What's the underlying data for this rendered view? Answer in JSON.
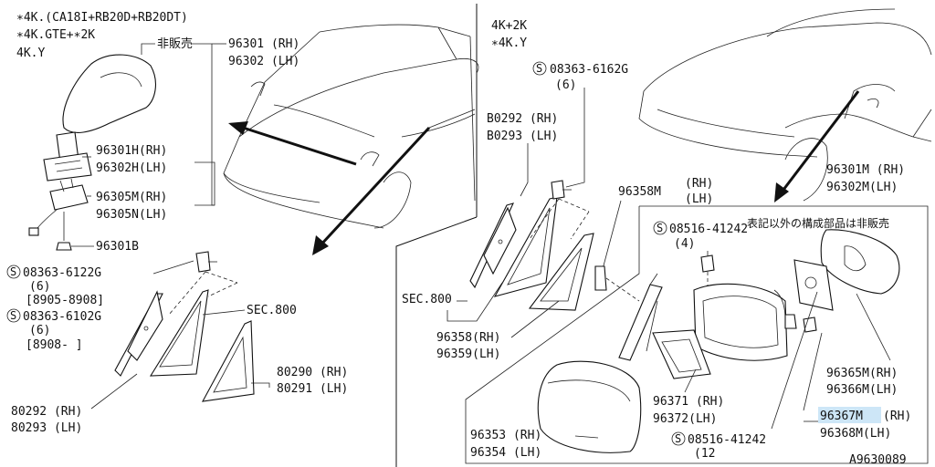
{
  "header_left": {
    "line1": "∗4K.(CA18I+RB20D+RB20DT)",
    "line2": "∗4K.GTE+∗2K",
    "line3": "4K.Y"
  },
  "header_right": {
    "line1": "4K+2K",
    "line2": "∗4K.Y"
  },
  "left_labels": {
    "not_sold": "非販売",
    "p96301": "96301 (RH)",
    "p96302": "96302 (LH)",
    "p96301H": "96301H(RH)",
    "p96302H": "96302H(LH)",
    "p96305M": "96305M(RH)",
    "p96305N": "96305N(LH)",
    "p96301B": "96301B",
    "screw1": "08363-6122G",
    "screw1_qty": "(6)",
    "screw1_date": "[8905-8908]",
    "screw2": "08363-6102G",
    "screw2_qty": "(6)",
    "screw2_date": "[8908-  ]",
    "sec800": "SEC.800",
    "p80290": "80290 (RH)",
    "p80291": "80291 (LH)",
    "p80292": "80292 (RH)",
    "p80293": "80293 (LH)"
  },
  "right_labels": {
    "screw3": "08363-6162G",
    "screw3_qty": "(6)",
    "p80292": "B0292 (RH)",
    "p80293": "B0293 (LH)",
    "p96358M": "96358M",
    "p96358M_rh": "(RH)",
    "p96358M_lh": "(LH)",
    "sec800": "SEC.800",
    "p96358": "96358(RH)",
    "p96359": "96359(LH)",
    "p96301M": "96301M (RH)",
    "p96302M": "96302M(LH)",
    "note": "表記以外の構成部品は非販売",
    "screw4": "08516-41242",
    "screw4_qty": "(4)",
    "p96365M": "96365M(RH)",
    "p96366M": "96366M(LH)",
    "p96371": "96371 (RH)",
    "p96372": "96372(LH)",
    "p96367M": "96367M",
    "p96367M_rh": "(RH)",
    "p96368M": "96368M(LH)",
    "p96353": "96353 (RH)",
    "p96354": "96354 (LH)",
    "screw5": "08516-41242",
    "screw5_qty": "(12",
    "figure_id": "A9630089"
  },
  "icons": {
    "screw_symbol": "S"
  },
  "colors": {
    "line": "#111111",
    "highlight": "#cde6f7"
  }
}
